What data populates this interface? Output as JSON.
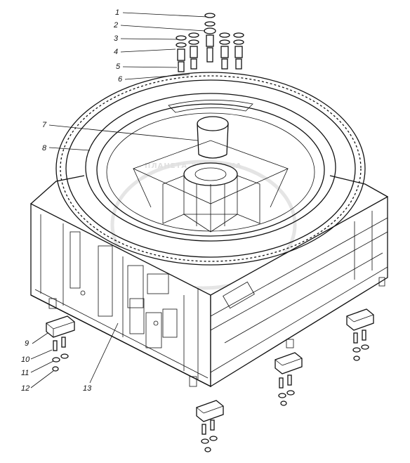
{
  "watermark": {
    "text": "ПЛАНЕТА ЖЕЛЕЗЯКА"
  },
  "callouts": [
    {
      "id": "1",
      "label": "1"
    },
    {
      "id": "2",
      "label": "2"
    },
    {
      "id": "3",
      "label": "3"
    },
    {
      "id": "4",
      "label": "4"
    },
    {
      "id": "5",
      "label": "5"
    },
    {
      "id": "6",
      "label": "6"
    },
    {
      "id": "7",
      "label": "7"
    },
    {
      "id": "8",
      "label": "8"
    },
    {
      "id": "9",
      "label": "9"
    },
    {
      "id": "10",
      "label": "10"
    },
    {
      "id": "11",
      "label": "11"
    },
    {
      "id": "12",
      "label": "12"
    },
    {
      "id": "13",
      "label": "13"
    }
  ],
  "colors": {
    "line": "#111111",
    "watermark": "#c8c8c8",
    "background": "#ffffff"
  }
}
